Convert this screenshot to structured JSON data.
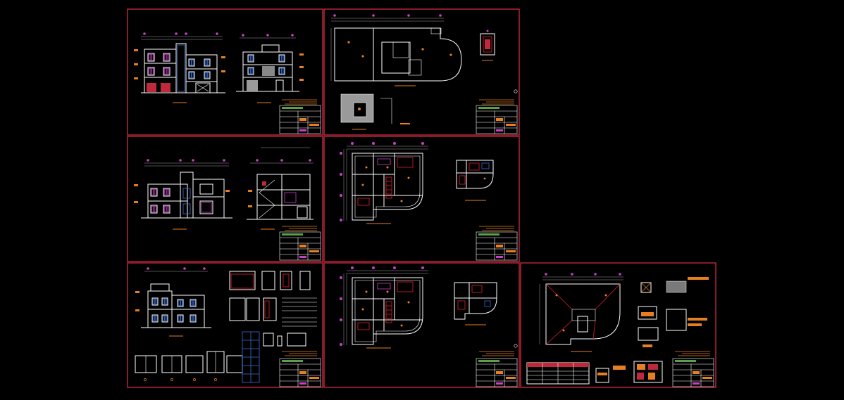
{
  "colors": {
    "background": "#000000",
    "sheet_border": "#c0283c",
    "linework": "#ffffff",
    "annotation": "#e67e22",
    "red": "#e02030",
    "magenta": "#c840c8",
    "blue": "#3b6fd8",
    "green": "#5aa04a"
  },
  "sheets": [
    {
      "kind": "elevations"
    },
    {
      "kind": "site-plan"
    },
    {
      "kind": "sections"
    },
    {
      "kind": "floor-plan"
    },
    {
      "kind": "elevation-details"
    },
    {
      "kind": "floor-plan"
    },
    {
      "kind": "roof-plan"
    }
  ]
}
